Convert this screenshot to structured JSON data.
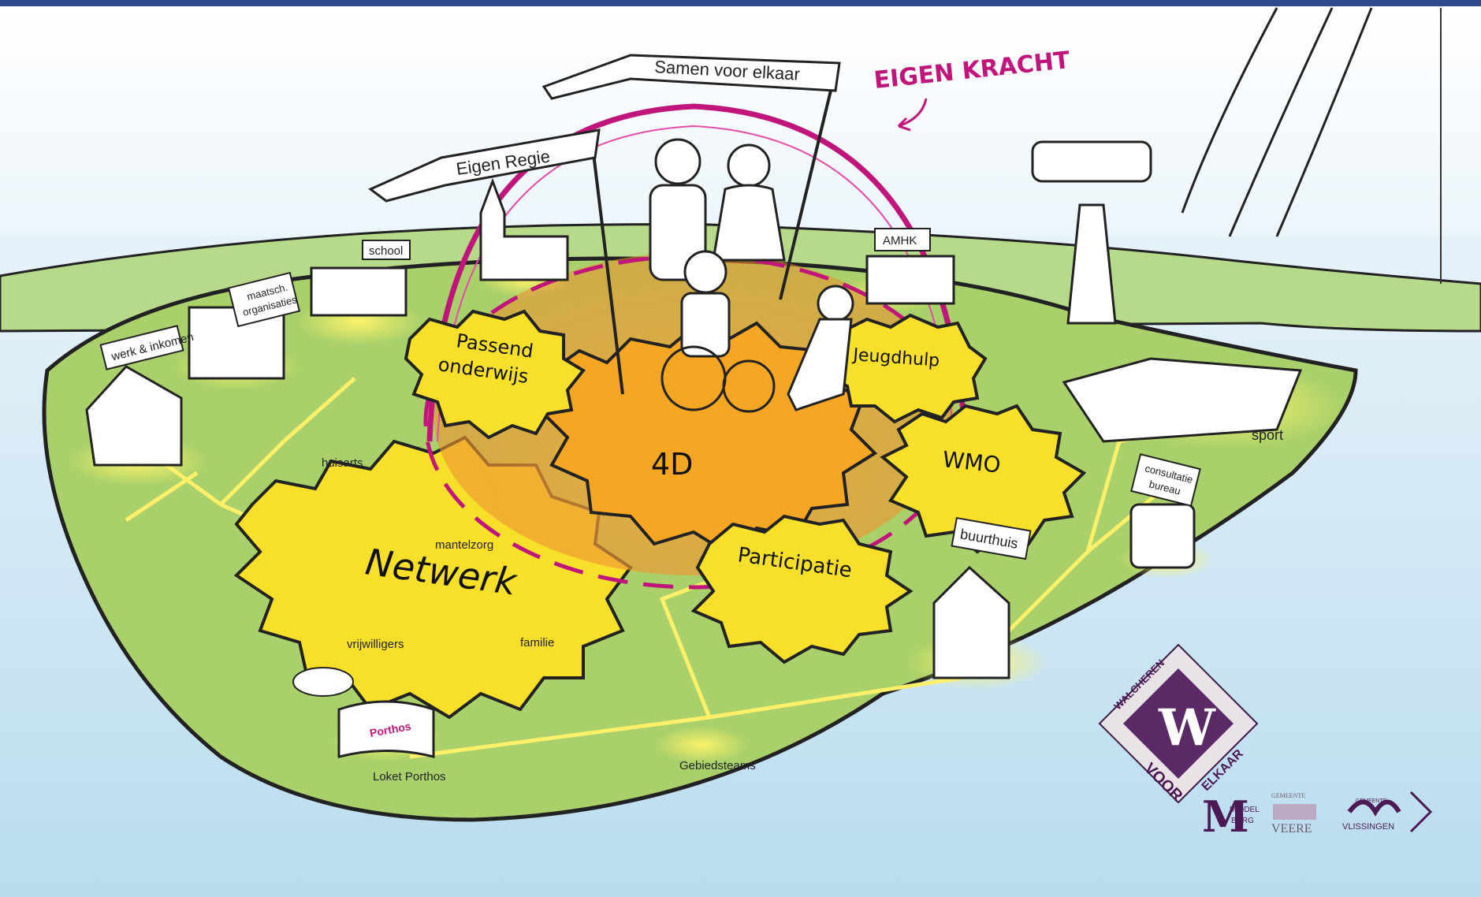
{
  "banners": {
    "left": "Eigen Regie",
    "right": "Samen voor elkaar"
  },
  "annotation": "EIGEN KRACHT",
  "gears": {
    "center": "4D",
    "passend_line1": "Passend",
    "passend_line2": "onderwijs",
    "jeugdhulp": "Jeugdhulp",
    "wmo": "WMO",
    "participatie": "Participatie",
    "netwerk": "Netwerk"
  },
  "signs": {
    "werk": "werk & inkomen",
    "maatsch_line1": "maatsch.",
    "maatsch_line2": "organisaties",
    "school": "school",
    "amhk": "AMHK",
    "consultatie_line1": "consultatie",
    "consultatie_line2": "bureau",
    "buurthuis": "buurthuis"
  },
  "labels": {
    "huisarts": "huisarts",
    "mantelzorg": "mantelzorg",
    "vrijwilligers": "vrijwilligers",
    "familie": "familie",
    "loket": "Loket Porthos",
    "gebiedsteams": "Gebiedsteams",
    "sport": "sport",
    "porthos": "Porthos"
  },
  "logos": {
    "walcheren_line1": "WALCHEREN",
    "walcheren_line2": "VOOR",
    "walcheren_line3": "ELKAAR",
    "walcheren_letter": "W",
    "middelburg_letter": "M",
    "middelburg_line1": "MIDDEL",
    "middelburg_line2": "BURG",
    "veere_top": "GEMEENTE",
    "veere_name": "VEERE",
    "vlissingen_top": "GEMEENTE",
    "vlissingen_name": "VLISSINGEN"
  },
  "colors": {
    "sea": "#cfe6f4",
    "land": "#a9d06a",
    "gear_yellow": "#f7df2a",
    "gear_orange": "#f5a623",
    "magenta": "#c0157a",
    "logo_purple": "#4b1a55",
    "top_bar": "#2e4a8f"
  },
  "navigation": {
    "next_icon": "chevron-right-icon"
  }
}
